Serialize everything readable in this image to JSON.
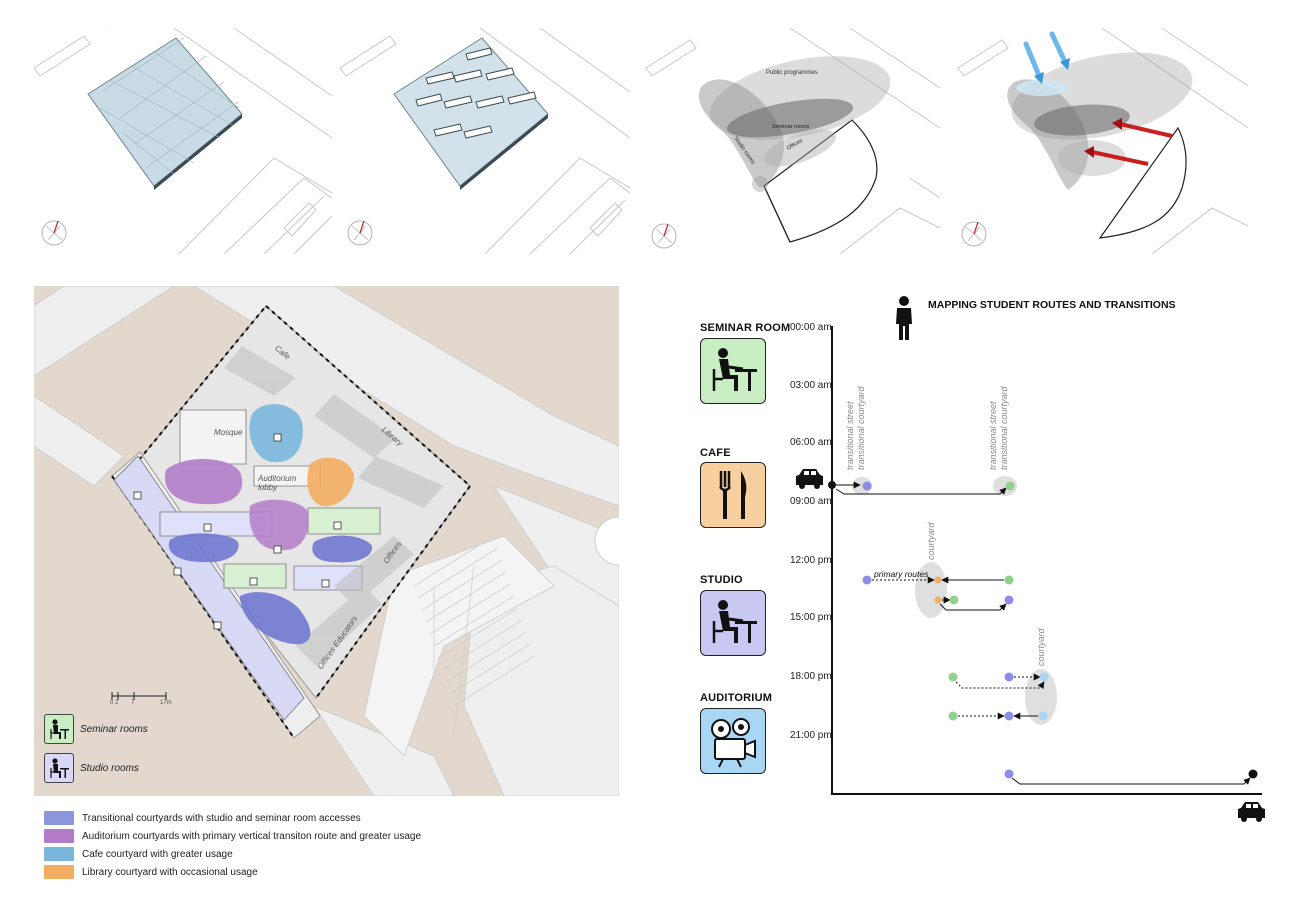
{
  "colors": {
    "transitional": "#8c96dc",
    "auditorium": "#b47cc8",
    "cafe": "#7ab6dc",
    "library": "#f3ad62",
    "seminar_green": "#c9eec3",
    "studio_blue": "#c9c8f2",
    "auditorium_blue": "#a9d6f2",
    "cafe_orange": "#f8cf9e"
  },
  "diagrams": {
    "d3_labels": [
      "Public programmes",
      "Seminar rooms",
      "Offices",
      "Studio rooms"
    ]
  },
  "plan": {
    "labels": {
      "cafe": "Cafe",
      "mosque": "Mosque",
      "library": "Library",
      "auditorium_lobby": "Auditorium lobby",
      "offices": "Offices",
      "offices_educators": "Offices Educators"
    },
    "scale_ticks": [
      "0 2",
      "7",
      "17m"
    ],
    "legend_icons": [
      {
        "label": "Seminar rooms",
        "icon": "seminar-room-icon"
      },
      {
        "label": "Studio rooms",
        "icon": "studio-room-icon"
      }
    ]
  },
  "legend": [
    {
      "label": "Transitional courtyards with studio and seminar room accesses",
      "color": "#8c96dc"
    },
    {
      "label": "Auditorium courtyards with primary vertical transiton route and greater usage",
      "color": "#b47cc8"
    },
    {
      "label": "Cafe courtyard with greater usage",
      "color": "#7ab6dc"
    },
    {
      "label": "Library courtyard with occasional usage",
      "color": "#f3ad62"
    }
  ],
  "routes": {
    "title": "MAPPING STUDENT ROUTES AND TRANSITIONS",
    "categories": [
      {
        "label": "SEMINAR ROOM",
        "icon": "seminar-desk-icon",
        "color": "#c9eec3"
      },
      {
        "label": "CAFE",
        "icon": "fork-knife-icon",
        "color": "#f8cf9e"
      },
      {
        "label": "STUDIO",
        "icon": "studio-desk-icon",
        "color": "#c9c8f2"
      },
      {
        "label": "AUDITORIUM",
        "icon": "film-projector-icon",
        "color": "#a9d6f2"
      }
    ],
    "times": [
      "00:00 am",
      "03:00 am",
      "06:00 am",
      "09:00 am",
      "12:00 pm",
      "15:00 pm",
      "18:00 pm",
      "21:00 pm"
    ],
    "annotations": {
      "ts1a": "transitional street",
      "ts1b": "transitional courtyard",
      "ts2a": "transitional street",
      "ts2b": "transitional courtyard",
      "courtyard1": "courtyard",
      "courtyard2": "courtyard",
      "primary_routes": "primary routes"
    }
  }
}
